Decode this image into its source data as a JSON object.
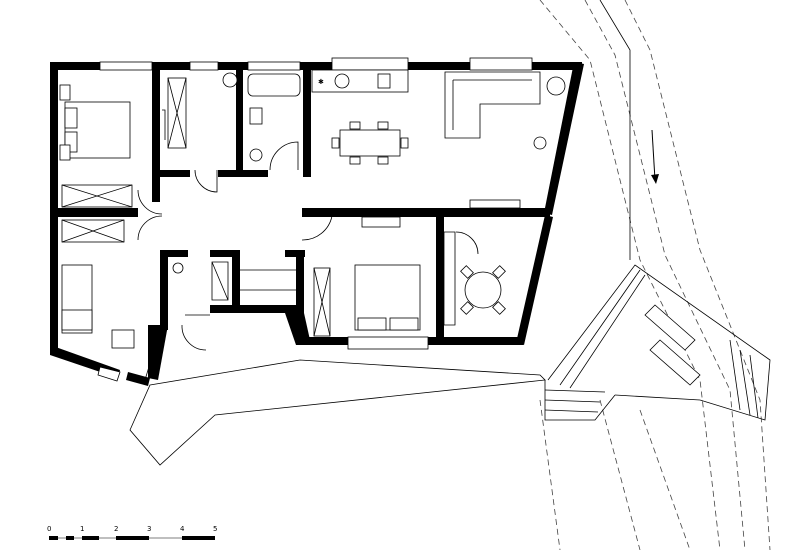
{
  "scale_bar": {
    "labels": [
      "0",
      "1",
      "2",
      "3",
      "4",
      "5"
    ],
    "unit_marks": [
      0,
      1,
      2,
      3,
      4,
      5
    ]
  },
  "colors": {
    "wall": "#000000",
    "line": "#000000",
    "background": "#ffffff"
  }
}
